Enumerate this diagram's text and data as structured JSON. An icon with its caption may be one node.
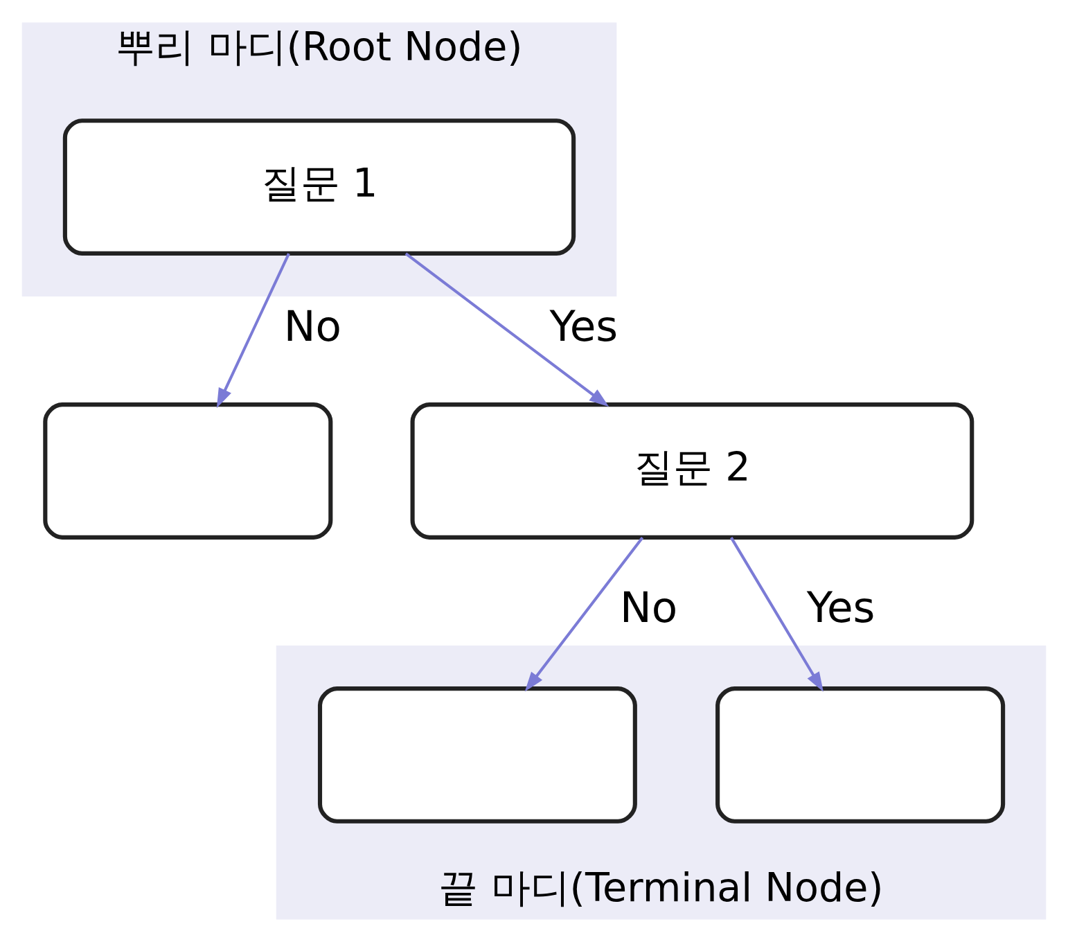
{
  "diagram": {
    "nodes": [
      {
        "text": [
          "뿌리 마디(Root Node)"
        ]
      },
      {
        "text": [
          "질문 1"
        ],
        "in": 0
      },
      {
        "text": [],
        "shape": "box"
      },
      {
        "text": [
          "질문 2"
        ]
      },
      {
        "text": [
          "끝 마디(Terminal Node)"
        ]
      },
      {
        "text": [],
        "shape": "box",
        "in": 4
      },
      {
        "text": [],
        "shape": "box",
        "in": 4
      }
    ],
    "edges": [
      {
        "from": 1,
        "to": 2,
        "arrow": "to",
        "label": "No"
      },
      {
        "from": 1,
        "to": 3,
        "arrow": "to",
        "label": "Yes"
      },
      {
        "from": 3,
        "to": 5,
        "arrow": "to",
        "label": "No"
      },
      {
        "from": 3,
        "to": 6,
        "arrow": "to",
        "label": "Yes"
      }
    ]
  }
}
